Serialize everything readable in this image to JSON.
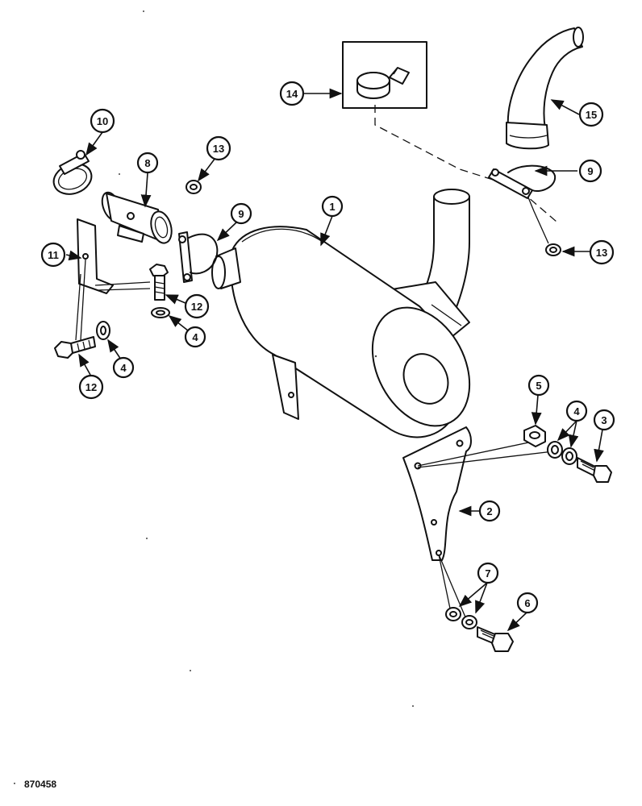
{
  "drawing_number": "870458",
  "callouts": [
    {
      "id": "c1",
      "label": "1"
    },
    {
      "id": "c2",
      "label": "2"
    },
    {
      "id": "c3",
      "label": "3"
    },
    {
      "id": "c4a",
      "label": "4"
    },
    {
      "id": "c4b",
      "label": "4"
    },
    {
      "id": "c4c",
      "label": "4"
    },
    {
      "id": "c5",
      "label": "5"
    },
    {
      "id": "c6",
      "label": "6"
    },
    {
      "id": "c7",
      "label": "7"
    },
    {
      "id": "c8",
      "label": "8"
    },
    {
      "id": "c9a",
      "label": "9"
    },
    {
      "id": "c9b",
      "label": "9"
    },
    {
      "id": "c10",
      "label": "10"
    },
    {
      "id": "c11",
      "label": "11"
    },
    {
      "id": "c12a",
      "label": "12"
    },
    {
      "id": "c12b",
      "label": "12"
    },
    {
      "id": "c13a",
      "label": "13"
    },
    {
      "id": "c13b",
      "label": "13"
    },
    {
      "id": "c14",
      "label": "14"
    },
    {
      "id": "c15",
      "label": "15"
    }
  ]
}
